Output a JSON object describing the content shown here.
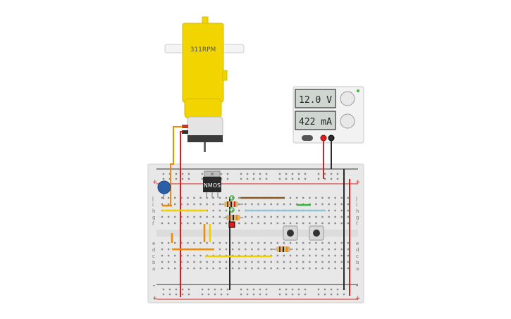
{
  "motor": {
    "label": "311RPM"
  },
  "power_supply": {
    "voltage_display": "12.0 V",
    "current_display": "422 mA"
  },
  "mosfet": {
    "label": "NMOS"
  },
  "breadboard": {
    "row_letters_top": [
      "j",
      "i",
      "h",
      "g",
      "f"
    ],
    "row_letters_bottom": [
      "e",
      "d",
      "c",
      "b",
      "a"
    ],
    "rail_plus": "+",
    "rail_minus": "-"
  },
  "colors": {
    "motor_body": "#f2d400",
    "breadboard": "#e8e8e8",
    "wire_red": "#d81e1e",
    "wire_black": "#2a2a2a",
    "wire_orange": "#f08a00",
    "wire_yellow": "#f0d000",
    "wire_green": "#3cb43c",
    "wire_lightblue": "#8ec6d8",
    "wire_brown": "#8a5a2a"
  }
}
